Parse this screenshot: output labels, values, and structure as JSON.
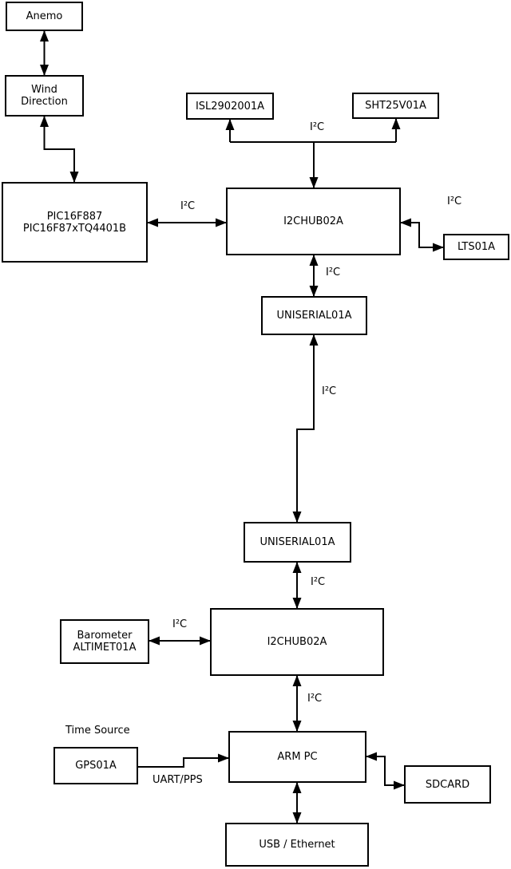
{
  "colors": {
    "background": "#ffffff",
    "stroke": "#000000",
    "text": "#000000"
  },
  "nodes": {
    "anemo": {
      "label": "Anemo"
    },
    "wind_direction": {
      "line1": "Wind",
      "line2": "Direction"
    },
    "pic": {
      "line1": "PIC16F887",
      "line2": "PIC16F87xTQ4401B"
    },
    "isl": {
      "label": "ISL2902001A"
    },
    "sht": {
      "label": "SHT25V01A"
    },
    "hub1": {
      "label": "I2CHUB02A"
    },
    "lts": {
      "label": "LTS01A"
    },
    "uniserial1": {
      "label": "UNISERIAL01A"
    },
    "uniserial2": {
      "label": "UNISERIAL01A"
    },
    "hub2": {
      "label": "I2CHUB02A"
    },
    "barometer": {
      "line1": "Barometer",
      "line2": "ALTIMET01A"
    },
    "gps": {
      "label": "GPS01A"
    },
    "arm_pc": {
      "label": "ARM PC"
    },
    "sdcard": {
      "label": "SDCARD"
    },
    "usb_ethernet": {
      "label": "USB / Ethernet"
    }
  },
  "edge_labels": {
    "i2c_sensors": "I²C",
    "i2c_pic_hub": "I²C",
    "i2c_hub_lts": "I²C",
    "i2c_hub_uniserial": "I²C",
    "i2c_uniserial_link": "I²C",
    "i2c_uniserial_hub2": "I²C",
    "i2c_barometer_hub2": "I²C",
    "i2c_hub2_armpc": "I²C",
    "uart_pps": "UART/PPS",
    "time_source": "Time Source"
  }
}
